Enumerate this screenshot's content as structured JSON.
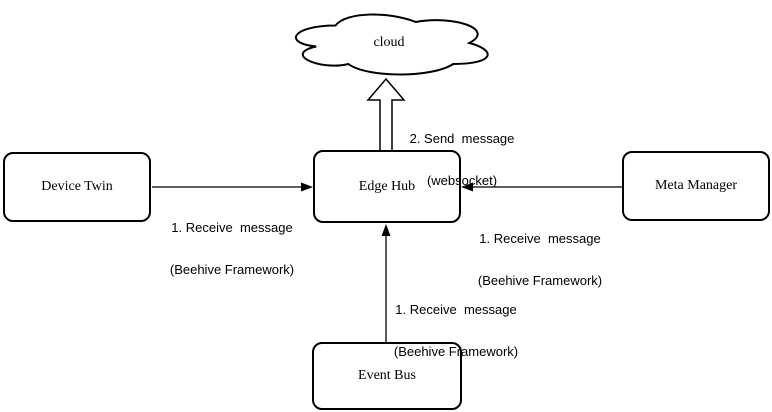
{
  "diagram": {
    "background_color": "#ffffff",
    "stroke_color": "#000000",
    "text_color": "#000000",
    "cloud": {
      "label": "cloud"
    },
    "nodes": [
      {
        "id": "device-twin",
        "label": "Device Twin"
      },
      {
        "id": "edge-hub",
        "label": "Edge Hub"
      },
      {
        "id": "meta-manager",
        "label": "Meta Manager"
      },
      {
        "id": "event-bus",
        "label": "Event Bus"
      }
    ],
    "edges": [
      {
        "id": "edge-hub-to-cloud",
        "from": "Edge Hub",
        "to": "cloud",
        "style": "block-arrow",
        "label_line1": "2. Send  message",
        "label_line2": "(websocket)"
      },
      {
        "id": "device-twin-to-edge-hub",
        "from": "Device Twin",
        "to": "Edge Hub",
        "style": "line-arrow",
        "label_line1": "1. Receive  message",
        "label_line2": "(Beehive Framework)"
      },
      {
        "id": "meta-manager-to-edge-hub",
        "from": "Meta Manager",
        "to": "Edge Hub",
        "style": "line-arrow",
        "label_line1": "1. Receive  message",
        "label_line2": "(Beehive Framework)"
      },
      {
        "id": "event-bus-to-edge-hub",
        "from": "Event Bus",
        "to": "Edge Hub",
        "style": "line-arrow",
        "label_line1": "1. Receive  message",
        "label_line2": "(Beehive Framework)"
      }
    ]
  }
}
